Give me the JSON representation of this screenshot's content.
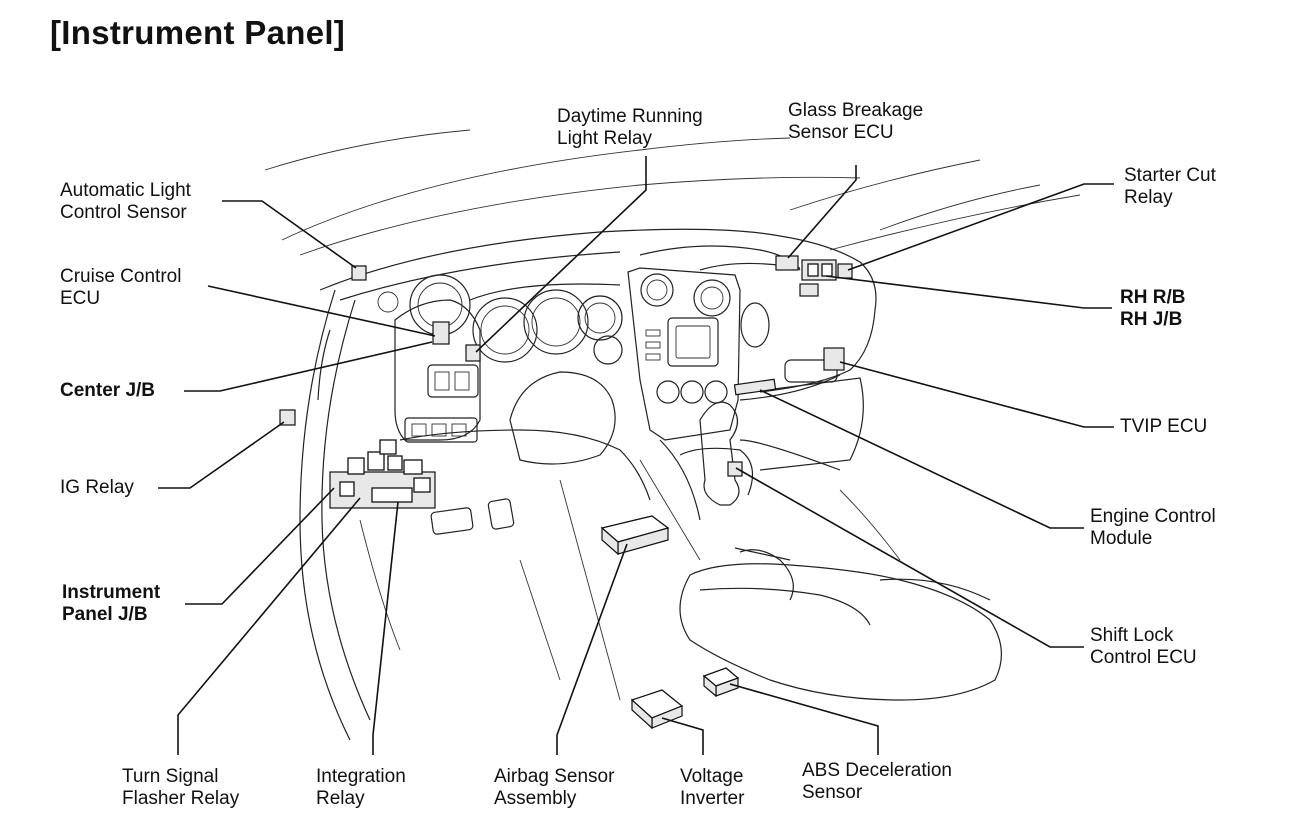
{
  "title": "[Instrument Panel]",
  "labels": {
    "automatic_light_control_sensor": [
      "Automatic Light",
      "Control Sensor"
    ],
    "cruise_control_ecu": [
      "Cruise Control",
      "ECU"
    ],
    "center_jb": [
      "Center J/B"
    ],
    "ig_relay": [
      "IG Relay"
    ],
    "instrument_panel_jb": [
      "Instrument",
      "Panel J/B"
    ],
    "turn_signal_flasher_relay": [
      "Turn Signal",
      "Flasher Relay"
    ],
    "integration_relay": [
      "Integration",
      "Relay"
    ],
    "airbag_sensor_assembly": [
      "Airbag Sensor",
      "Assembly"
    ],
    "voltage_inverter": [
      "Voltage",
      "Inverter"
    ],
    "abs_deceleration_sensor": [
      "ABS Deceleration",
      "Sensor"
    ],
    "daytime_running_light_relay": [
      "Daytime Running",
      "Light Relay"
    ],
    "glass_breakage_sensor_ecu": [
      "Glass Breakage",
      "Sensor ECU"
    ],
    "starter_cut_relay": [
      "Starter Cut",
      "Relay"
    ],
    "rh_rb_jb": [
      "RH R/B",
      "RH J/B"
    ],
    "tvip_ecu": [
      "TVIP ECU"
    ],
    "engine_control_module": [
      "Engine Control",
      "Module"
    ],
    "shift_lock_control_ecu": [
      "Shift Lock",
      "Control ECU"
    ]
  }
}
